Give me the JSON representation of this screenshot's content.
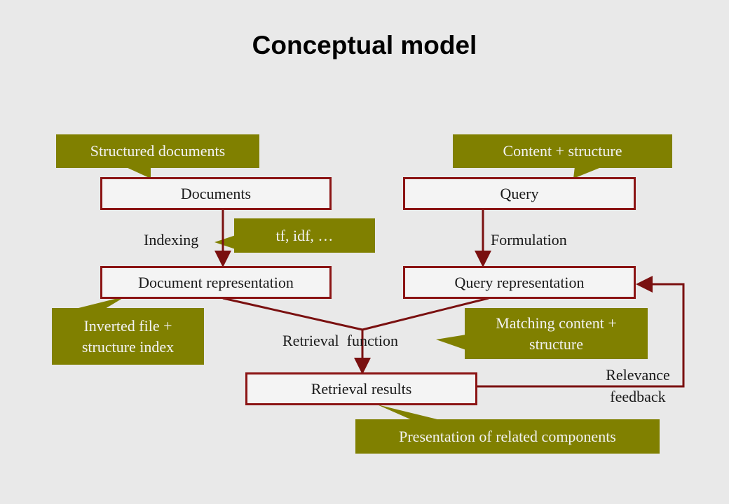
{
  "title": "Conceptual model",
  "colors": {
    "callout": "#808000",
    "box_border": "#8b1414",
    "arrow": "#7a1010"
  },
  "boxes": {
    "documents": "Documents",
    "query": "Query",
    "document_representation": "Document representation",
    "query_representation": "Query representation",
    "retrieval_results": "Retrieval results"
  },
  "callouts": {
    "structured_documents": "Structured documents",
    "content_structure": "Content + structure",
    "tf_idf": "tf, idf, …",
    "inverted_file": "Inverted file + structure index",
    "matching": "Matching content + structure",
    "presentation": "Presentation of related components"
  },
  "labels": {
    "indexing": "Indexing",
    "formulation": "Formulation",
    "retrieval_function": "Retrieval  function",
    "relevance_feedback": "Relevance feedback"
  }
}
